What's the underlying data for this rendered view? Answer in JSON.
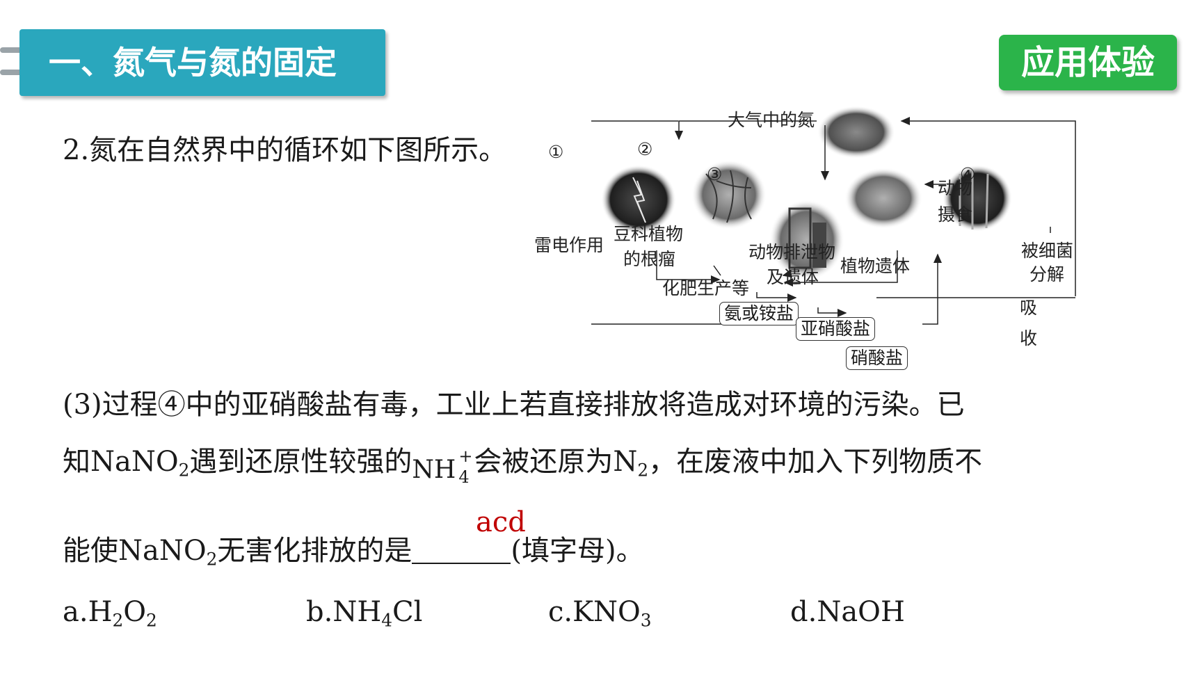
{
  "header": {
    "section_title": "一、氮气与氮的固定",
    "badge": "应用体验"
  },
  "intro": "2.氮在自然界中的循环如下图所示。",
  "diagram": {
    "atmosphere": "大气中的氮",
    "markers": [
      "③",
      "②",
      "①",
      "④"
    ],
    "lightning": "雷电作用",
    "legume_1": "豆科植物",
    "legume_2": "的根瘤",
    "fertilizer": "化肥生产等",
    "animal_waste_1": "动物排泄物",
    "animal_waste_2": "及遗体",
    "eat_1": "动物",
    "eat_2": "摄食",
    "plant_remains": "植物遗体",
    "bacteria_1": "被细菌",
    "bacteria_2": "分解",
    "absorb_1": "吸",
    "absorb_2": "收",
    "box_ammonia": "氨或铵盐",
    "box_nitrite": "亚硝酸盐",
    "box_nitrate": "硝酸盐"
  },
  "question": {
    "line1": "(3)过程④中的亚硝酸盐有毒，工业上若直接排放将造成对环境的污染。已",
    "line2_a": "知NaNO",
    "line2_sub1": "2",
    "line2_b": "遇到还原性较强的",
    "nh": "NH",
    "nh_sup": "+",
    "nh_sub": "4",
    "line2_c": "会被还原为N",
    "line2_sub2": "2",
    "line2_d": "，在废液中加入下列物质不",
    "line3_a": "能使NaNO",
    "line3_sub": "2",
    "line3_b": "无害化排放的是",
    "line3_c": "(填字母)。",
    "answer": "acd"
  },
  "options": [
    {
      "main": "a.H",
      "sub1": "2",
      "mid": "O",
      "sub2": "2"
    },
    {
      "main": "b.NH",
      "sub1": "4",
      "mid": "Cl",
      "sub2": ""
    },
    {
      "main": "c.KNO",
      "sub1": "3",
      "mid": "",
      "sub2": ""
    },
    {
      "main": "d.NaOH",
      "sub1": "",
      "mid": "",
      "sub2": ""
    }
  ]
}
